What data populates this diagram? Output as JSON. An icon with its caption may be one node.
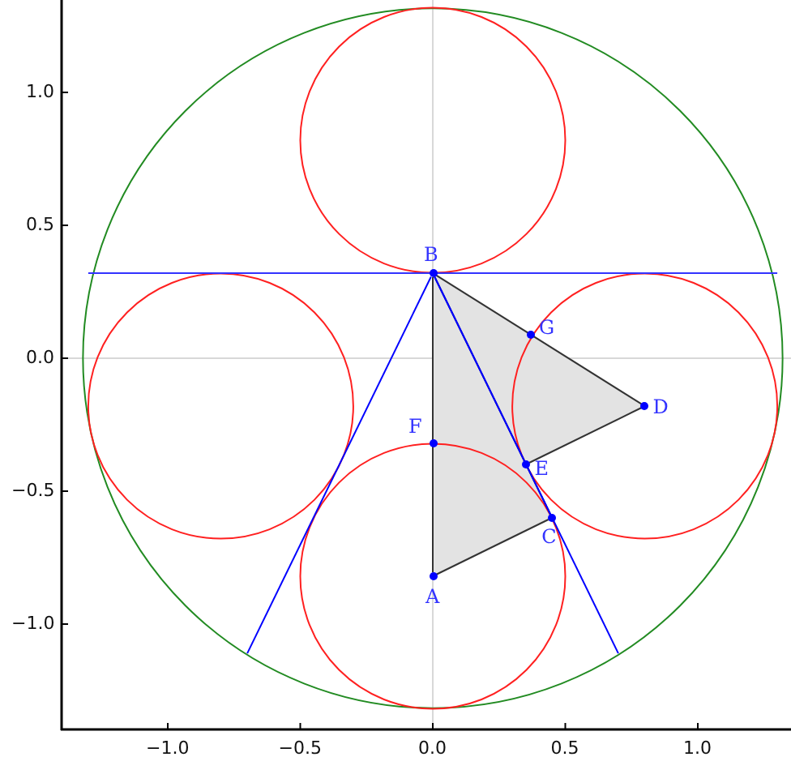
{
  "diagram": {
    "nodes": [
      {
        "text": [
          "A"
        ]
      },
      {
        "text": [
          "B"
        ]
      },
      {
        "text": [
          "C"
        ]
      },
      {
        "text": [
          "D"
        ]
      },
      {
        "text": [
          "E"
        ]
      },
      {
        "text": [
          "F"
        ]
      },
      {
        "text": [
          "G"
        ]
      }
    ],
    "edges": [
      {
        "from": 1,
        "to": 0,
        "arrow": "none"
      },
      {
        "from": 1,
        "to": 3,
        "arrow": "none"
      },
      {
        "from": 3,
        "to": 4,
        "arrow": "none"
      },
      {
        "from": 2,
        "to": 0,
        "arrow": "none"
      },
      {
        "from": 1,
        "to": 2,
        "arrow": "none",
        "color": "#00008b"
      },
      {
        "from": 1,
        "to": null,
        "arrow": "none",
        "color": "#0000ff"
      },
      {
        "from": 1,
        "to": null,
        "arrow": "none",
        "color": "#0000ff"
      }
    ],
    "labels": [
      "1.0",
      "0.5",
      "0.0",
      "−0.5",
      "−1.0",
      "−1.0",
      "−0.5",
      "0.0",
      "0.5",
      "1.0"
    ]
  }
}
